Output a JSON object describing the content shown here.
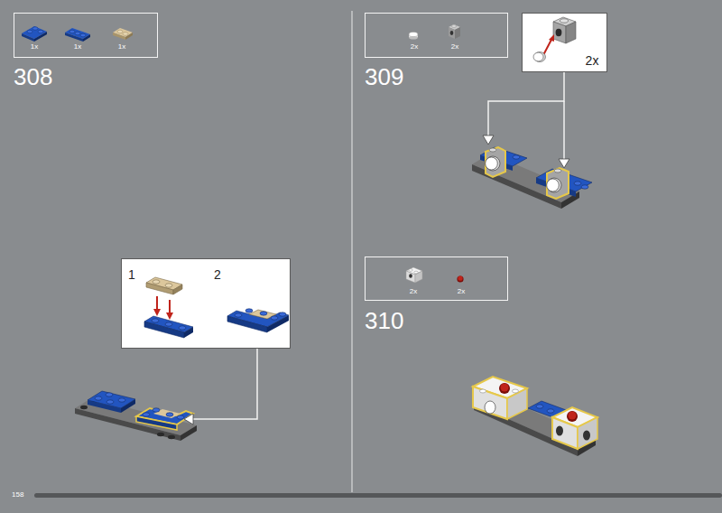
{
  "diagram": {
    "nodes": [
      {
        "text": [
          "1x",
          "1x",
          "1x"
        ]
      },
      {
        "text": [
          "1",
          "2"
        ]
      },
      {
        "text": [
          "2x",
          "2x"
        ]
      },
      {
        "text": [
          "2x"
        ]
      },
      {
        "text": [
          "2x",
          "2x"
        ]
      }
    ],
    "labels": [
      "308",
      "309",
      "310",
      "158"
    ]
  }
}
